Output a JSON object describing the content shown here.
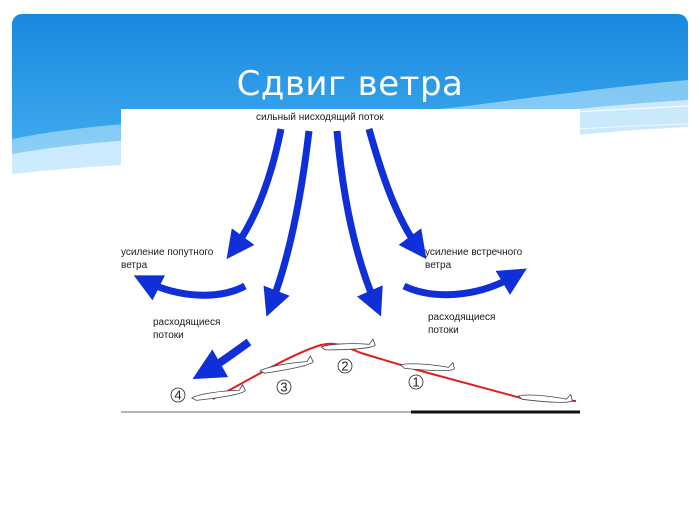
{
  "slide": {
    "title": "Сдвиг ветра"
  },
  "diagram": {
    "label_downdraft": "сильный нисходящий поток",
    "label_tailwind_line1": "усиление попутного",
    "label_tailwind_line2": "ветра",
    "label_headwind": "усиление встречного",
    "label_headwind_line2": "ветра",
    "label_diverging_left_line1": "расходящиеся",
    "label_diverging_left_line2": "потоки",
    "label_diverging_right_line1": "расходящиеся",
    "label_diverging_right_line2": "потоки",
    "positions": [
      "1",
      "2",
      "3",
      "4"
    ],
    "colors": {
      "arrow": "#0f2fd8",
      "flight_path": "#e02020",
      "banner_top": "#1a8fe0",
      "banner_bottom": "#bfe6fb"
    }
  }
}
